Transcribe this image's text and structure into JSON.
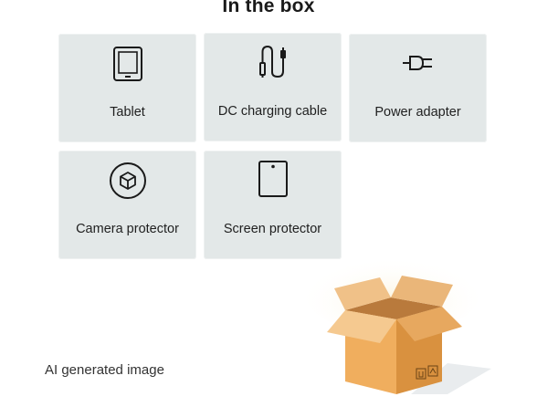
{
  "title": "In the box",
  "items": [
    {
      "label": "Tablet",
      "icon": "tablet-icon"
    },
    {
      "label": "DC charging cable",
      "icon": "cable-icon"
    },
    {
      "label": "Power adapter",
      "icon": "plug-icon"
    },
    {
      "label": "Camera protector",
      "icon": "camera-protector-icon"
    },
    {
      "label": "Screen protector",
      "icon": "screen-protector-icon"
    }
  ],
  "note": "AI generated image",
  "illustration": {
    "icon": "open-box-icon"
  },
  "colors": {
    "card": "#e3e8e8",
    "box": "#e8a457",
    "text": "#1a1a1a"
  }
}
